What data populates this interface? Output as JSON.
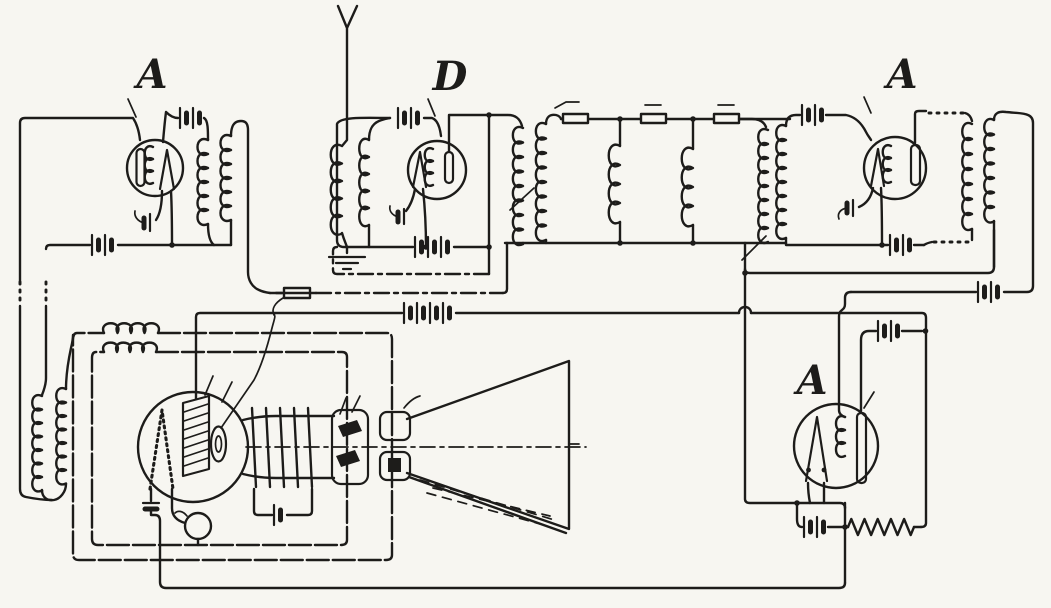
{
  "figure": {
    "kind": "vintage multi-stage radio receiver schematic with horn loudspeaker",
    "stage_labels": [
      "A",
      "D",
      "A",
      "A"
    ]
  },
  "labels": {
    "stage1": "A",
    "stage2": "D",
    "stage3": "A",
    "stage4": "A"
  },
  "colors": {
    "ink": "#1d1c1a",
    "paper": "#f7f6f1"
  },
  "components": [
    "antenna",
    "antenna-tuning-transformer",
    "ground",
    "rf-amplifier-tube-A",
    "detector-tube-D",
    "interstage-transformers",
    "band-filter-coils",
    "audio-amplifier-tube-A",
    "output-tube-A",
    "grid-batteries",
    "filament-batteries",
    "rheostat-resistor",
    "speaker-drive-tube",
    "horn-loudspeaker"
  ]
}
